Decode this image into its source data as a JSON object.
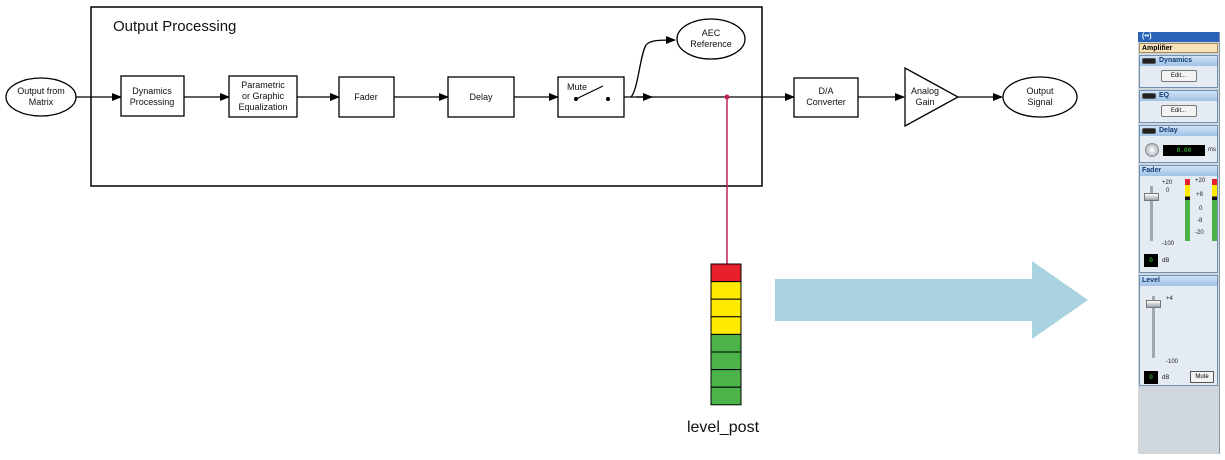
{
  "diagram": {
    "frame_title": "Output Processing",
    "input": [
      "Output from",
      "Matrix"
    ],
    "blocks": {
      "dynamics": [
        "Dynamics",
        "Processing"
      ],
      "eq": [
        "Parametric",
        "or Graphic",
        "Equalization"
      ],
      "fader": "Fader",
      "delay": "Delay",
      "mute": "Mute",
      "da": [
        "D/A",
        "Converter"
      ],
      "gain": [
        "Analog",
        "Gain"
      ]
    },
    "aec": [
      "AEC",
      "Reference"
    ],
    "output": [
      "Output",
      "Signal"
    ],
    "meter_label": "level_post",
    "meter_segments": [
      "red",
      "yellow",
      "yellow",
      "yellow",
      "green",
      "green",
      "green",
      "green"
    ],
    "colors": {
      "red": "#e8202c",
      "yellow": "#ffea00",
      "green": "#4cb348",
      "tap_line": "#c0245b",
      "arrow": "#a9d3e1"
    }
  },
  "panel": {
    "header_icon": "(••)",
    "title": "Amplifier",
    "dynamics": {
      "label": "Dynamics",
      "button": "Edit..."
    },
    "eq": {
      "label": "EQ",
      "button": "Edit..."
    },
    "delay": {
      "label": "Delay",
      "value": "0.00",
      "unit": "ms"
    },
    "fader": {
      "label": "Fader",
      "scale_top": "+20",
      "scale_zero": "0",
      "scale_bottom": "-100",
      "meter_ticks": [
        "+20",
        "+8",
        "0",
        "-8",
        "-20"
      ],
      "value": "0",
      "unit": "dB"
    },
    "level": {
      "label": "Level",
      "scale_top": "+4",
      "scale_bottom": "-100",
      "value": "0",
      "unit": "dB",
      "mute": "Mute"
    }
  }
}
